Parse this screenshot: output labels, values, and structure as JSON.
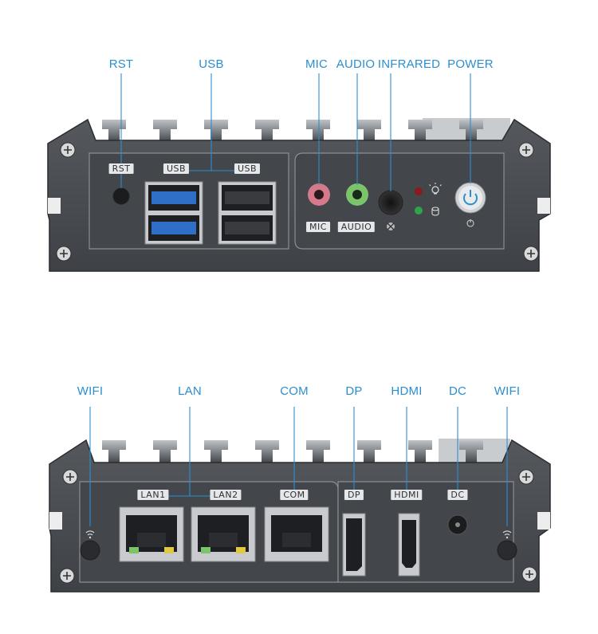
{
  "front_panel": {
    "callouts": {
      "rst": "RST",
      "usb": "USB",
      "mic": "MIC",
      "audio": "AUDIO",
      "infrared": "INFRARED",
      "power": "POWER"
    },
    "printed_labels": {
      "rst": "RST",
      "usb_left": "USB",
      "usb_right": "USB",
      "mic": "MIC",
      "audio": "AUDIO"
    }
  },
  "back_panel": {
    "callouts": {
      "wifi_left": "WIFI",
      "lan": "LAN",
      "com": "COM",
      "dp": "DP",
      "hdmi": "HDMI",
      "dc": "DC",
      "wifi_right": "WIFI"
    },
    "printed_labels": {
      "lan1": "LAN1",
      "lan2": "LAN2",
      "com": "COM",
      "dp": "DP",
      "hdmi": "HDMI",
      "dc": "DC"
    }
  },
  "colors": {
    "callout_text": "#2a8fd0",
    "callout_line": "#2a8fd0",
    "chassis": "#4a4d52",
    "chassis_dark": "#2f3236",
    "usb3_blue": "#2f6fc8",
    "mic_pink": "#d47a8a",
    "audio_green": "#7cc46a",
    "led_red": "#8c1a1a",
    "led_green": "#2fa34a"
  }
}
